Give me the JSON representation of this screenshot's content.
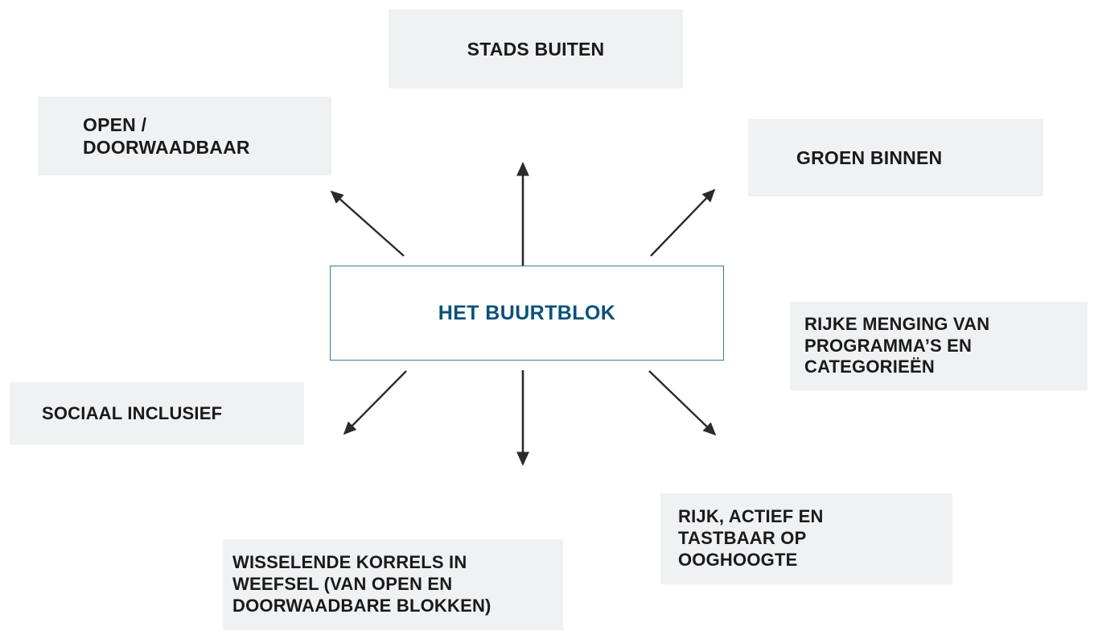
{
  "diagram": {
    "type": "radial-concept-map",
    "title_center": "HET BUURTBLOK",
    "colors": {
      "node_background": "#f0f1f3",
      "node_text": "#1a1a1a",
      "center_text": "#0a5179",
      "center_border": "#3d7a96",
      "arrow": "#2b2b2b",
      "page_background": "#ffffff"
    },
    "center": {
      "label": "HET BUURTBLOK"
    },
    "nodes": [
      {
        "id": "stads-buiten",
        "label": "STADS BUITEN",
        "lines": [
          "STADS BUITEN"
        ],
        "position": "top"
      },
      {
        "id": "open-doorwaadbaar",
        "label": "OPEN / DOORWAADBAAR",
        "lines": [
          "OPEN /",
          "DOORWAADBAAR"
        ],
        "position": "top-left"
      },
      {
        "id": "groen-binnen",
        "label": "GROEN BINNEN",
        "lines": [
          "GROEN BINNEN"
        ],
        "position": "top-right"
      },
      {
        "id": "rijke-menging",
        "label": "RIJKE MENGING VAN PROGRAMMA’S EN CATEGORIEËN",
        "lines": [
          "RIJKE MENGING VAN",
          "PROGRAMMA’S EN",
          "CATEGORIEËN"
        ],
        "position": "right"
      },
      {
        "id": "sociaal-inclusief",
        "label": "SOCIAAL INCLUSIEF",
        "lines": [
          "SOCIAAL INCLUSIEF"
        ],
        "position": "left"
      },
      {
        "id": "rijk-actief",
        "label": "RIJK, ACTIEF EN TASTBAAR OP OOGHOOGTE",
        "lines": [
          "RIJK, ACTIEF EN",
          "TASTBAAR OP",
          "OOGHOOGTE"
        ],
        "position": "bottom-right"
      },
      {
        "id": "wisselende-korrels",
        "label": "WISSELENDE KORRELS IN WEEFSEL (VAN OPEN EN DOORWAADBARE BLOKKEN)",
        "lines": [
          "WISSELENDE KORRELS IN",
          "WEEFSEL (VAN OPEN EN",
          "DOORWAADBARE BLOKKEN)"
        ],
        "position": "bottom"
      }
    ],
    "arrows": [
      {
        "id": "arrow-up-left",
        "from": "center",
        "to": "open-doorwaadbaar"
      },
      {
        "id": "arrow-up",
        "from": "center",
        "to": "stads-buiten"
      },
      {
        "id": "arrow-up-right",
        "from": "center",
        "to": "groen-binnen"
      },
      {
        "id": "arrow-down-left",
        "from": "center",
        "to": "sociaal-inclusief"
      },
      {
        "id": "arrow-down",
        "from": "center",
        "to": "wisselende-korrels"
      },
      {
        "id": "arrow-down-right",
        "from": "center",
        "to": "rijk-actief"
      }
    ]
  }
}
